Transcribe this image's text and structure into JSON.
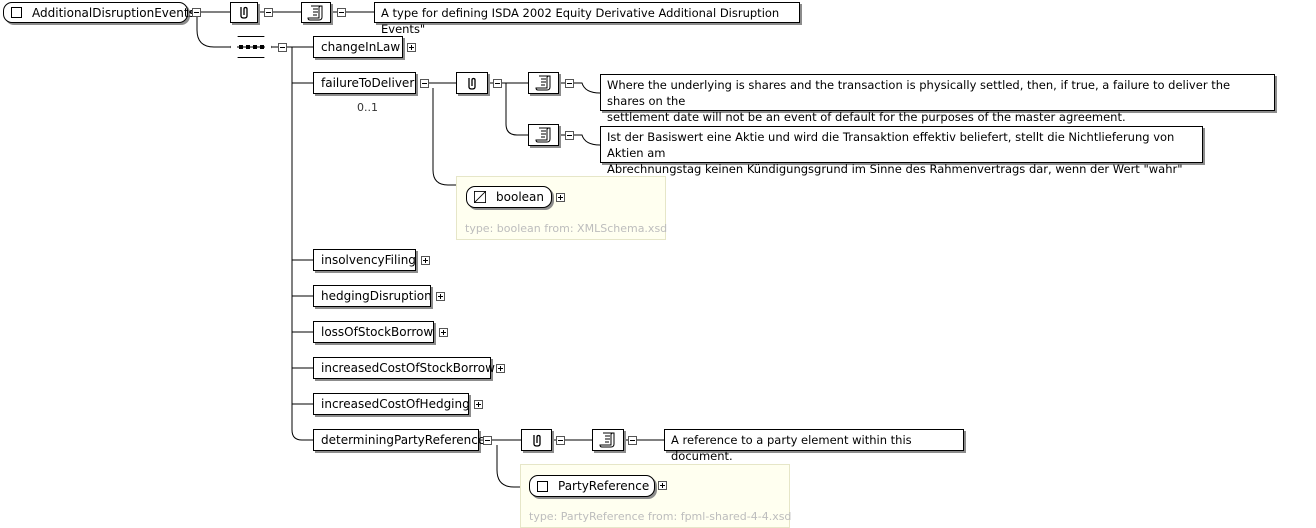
{
  "root": {
    "name": "AdditionalDisruptionEvents"
  },
  "root_annotation": "A type for defining ISDA 2002 Equity Derivative Additional Disruption Events\"",
  "elements": {
    "changeInLaw": "changeInLaw",
    "failureToDeliver": "failureToDeliver",
    "failureToDeliver_occurrence": "0..1",
    "insolvencyFiling": "insolvencyFiling",
    "hedgingDisruption": "hedgingDisruption",
    "lossOfStockBorrow": "lossOfStockBorrow",
    "increasedCostOfStockBorrow": "increasedCostOfStockBorrow",
    "increasedCostOfHedging": "increasedCostOfHedging",
    "determiningPartyReference": "determiningPartyReference"
  },
  "failureToDeliver_docs": {
    "en_line1": "Where the underlying is shares and the transaction is physically settled, then, if true, a failure to deliver the shares on the",
    "en_line2": "settlement date will not be an event of default for the purposes of the master agreement.",
    "de_line1": "Ist der Basiswert eine Aktie und wird die Transaktion effektiv beliefert, stellt die Nichtlieferung von Aktien am",
    "de_line2": "Abrechnungstag keinen Kündigungsgrund im Sinne des Rahmenvertrags dar, wenn der Wert \"wahr\" lautet."
  },
  "boolean_type": {
    "name": "boolean",
    "caption": "type: boolean from: XMLSchema.xsd"
  },
  "determiningPartyReference_doc": "A reference to a party element within this document.",
  "party_type": {
    "name": "PartyReference",
    "caption": "type: PartyReference from: fpml-shared-4-4.xsd"
  },
  "icons": {
    "annotation": "annotation-icon",
    "documentation": "documentation-scroll-icon",
    "sequence": "sequence-compositor-icon",
    "simple_type": "simple-type-icon",
    "complex_type": "complex-type-icon",
    "expand": "plus-icon",
    "collapse": "minus-icon"
  },
  "colors": {
    "type_box_bg": "#fffff0",
    "caption": "#bdbdbd",
    "shadow": "#8c8c8c"
  }
}
